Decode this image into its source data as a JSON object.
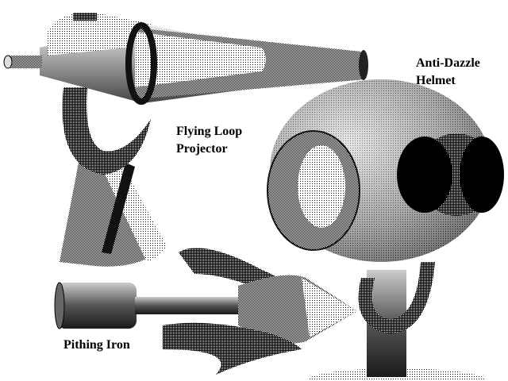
{
  "labels": {
    "flying_loop_projector": [
      "Flying Loop",
      "Projector"
    ],
    "anti_dazzle_helmet": [
      "Anti-Dazzle",
      "Helmet"
    ],
    "pithing_iron": "Pithing Iron"
  },
  "colors": {
    "background": "#ffffff",
    "ink": "#000000"
  }
}
